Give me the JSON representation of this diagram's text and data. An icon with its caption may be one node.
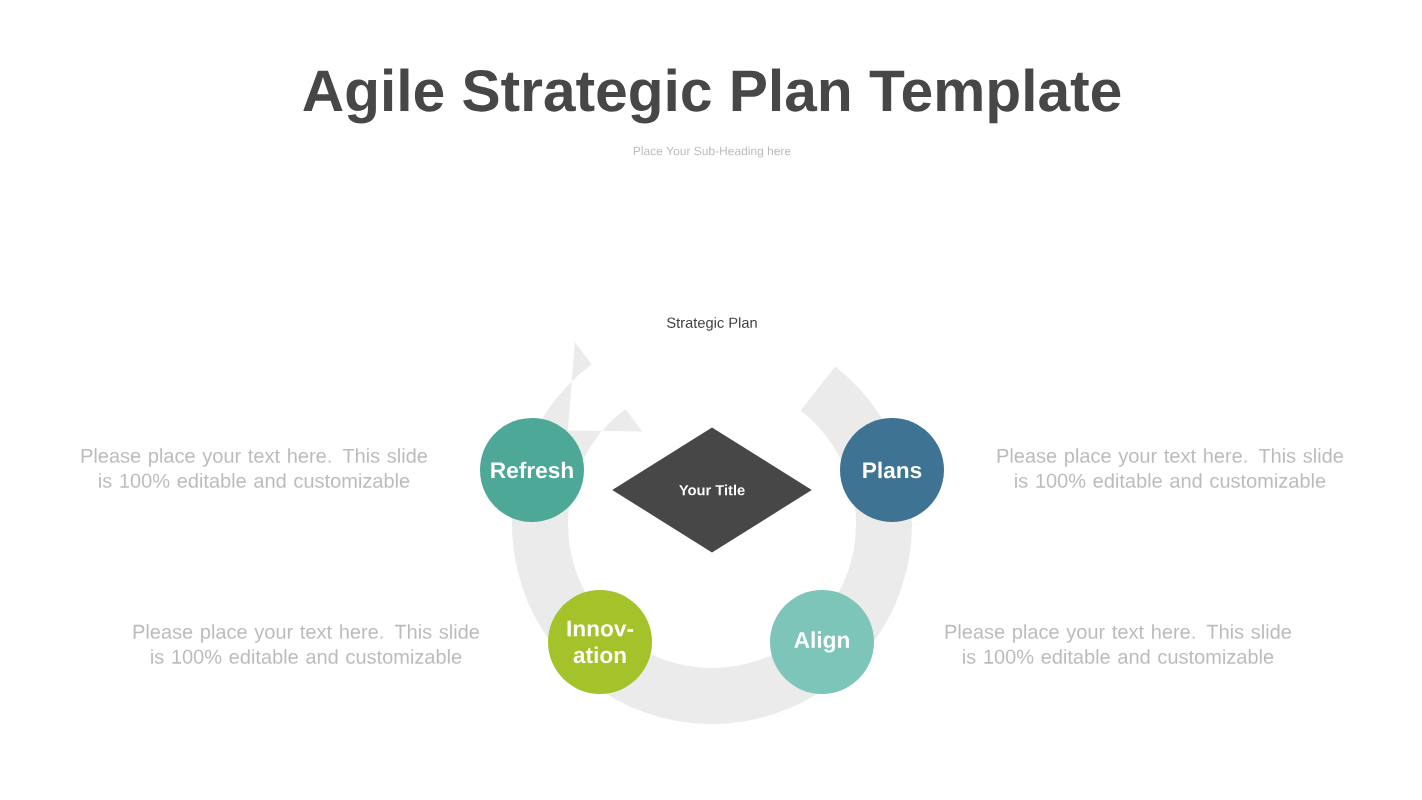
{
  "diagram": {
    "title": "Agile Strategic Plan Template",
    "nodes": [
      {
        "text": [
          "Your Title"
        ]
      },
      {
        "text": [
          "Refresh"
        ]
      },
      {
        "text": [
          "Plans"
        ]
      },
      {
        "text": [
          "Innov-ation"
        ]
      },
      {
        "text": [
          "Align"
        ]
      }
    ],
    "labels": [
      "Place Your Sub-Heading here",
      "Strategic Plan",
      "Please place your text here. This slide is 100% editable and customizable",
      "Please place your text here. This slide is 100% editable and customizable",
      "Please place your text here. This slide is 100% editable and customizable",
      "Please place your text here. This slide is 100% editable and customizable"
    ]
  }
}
